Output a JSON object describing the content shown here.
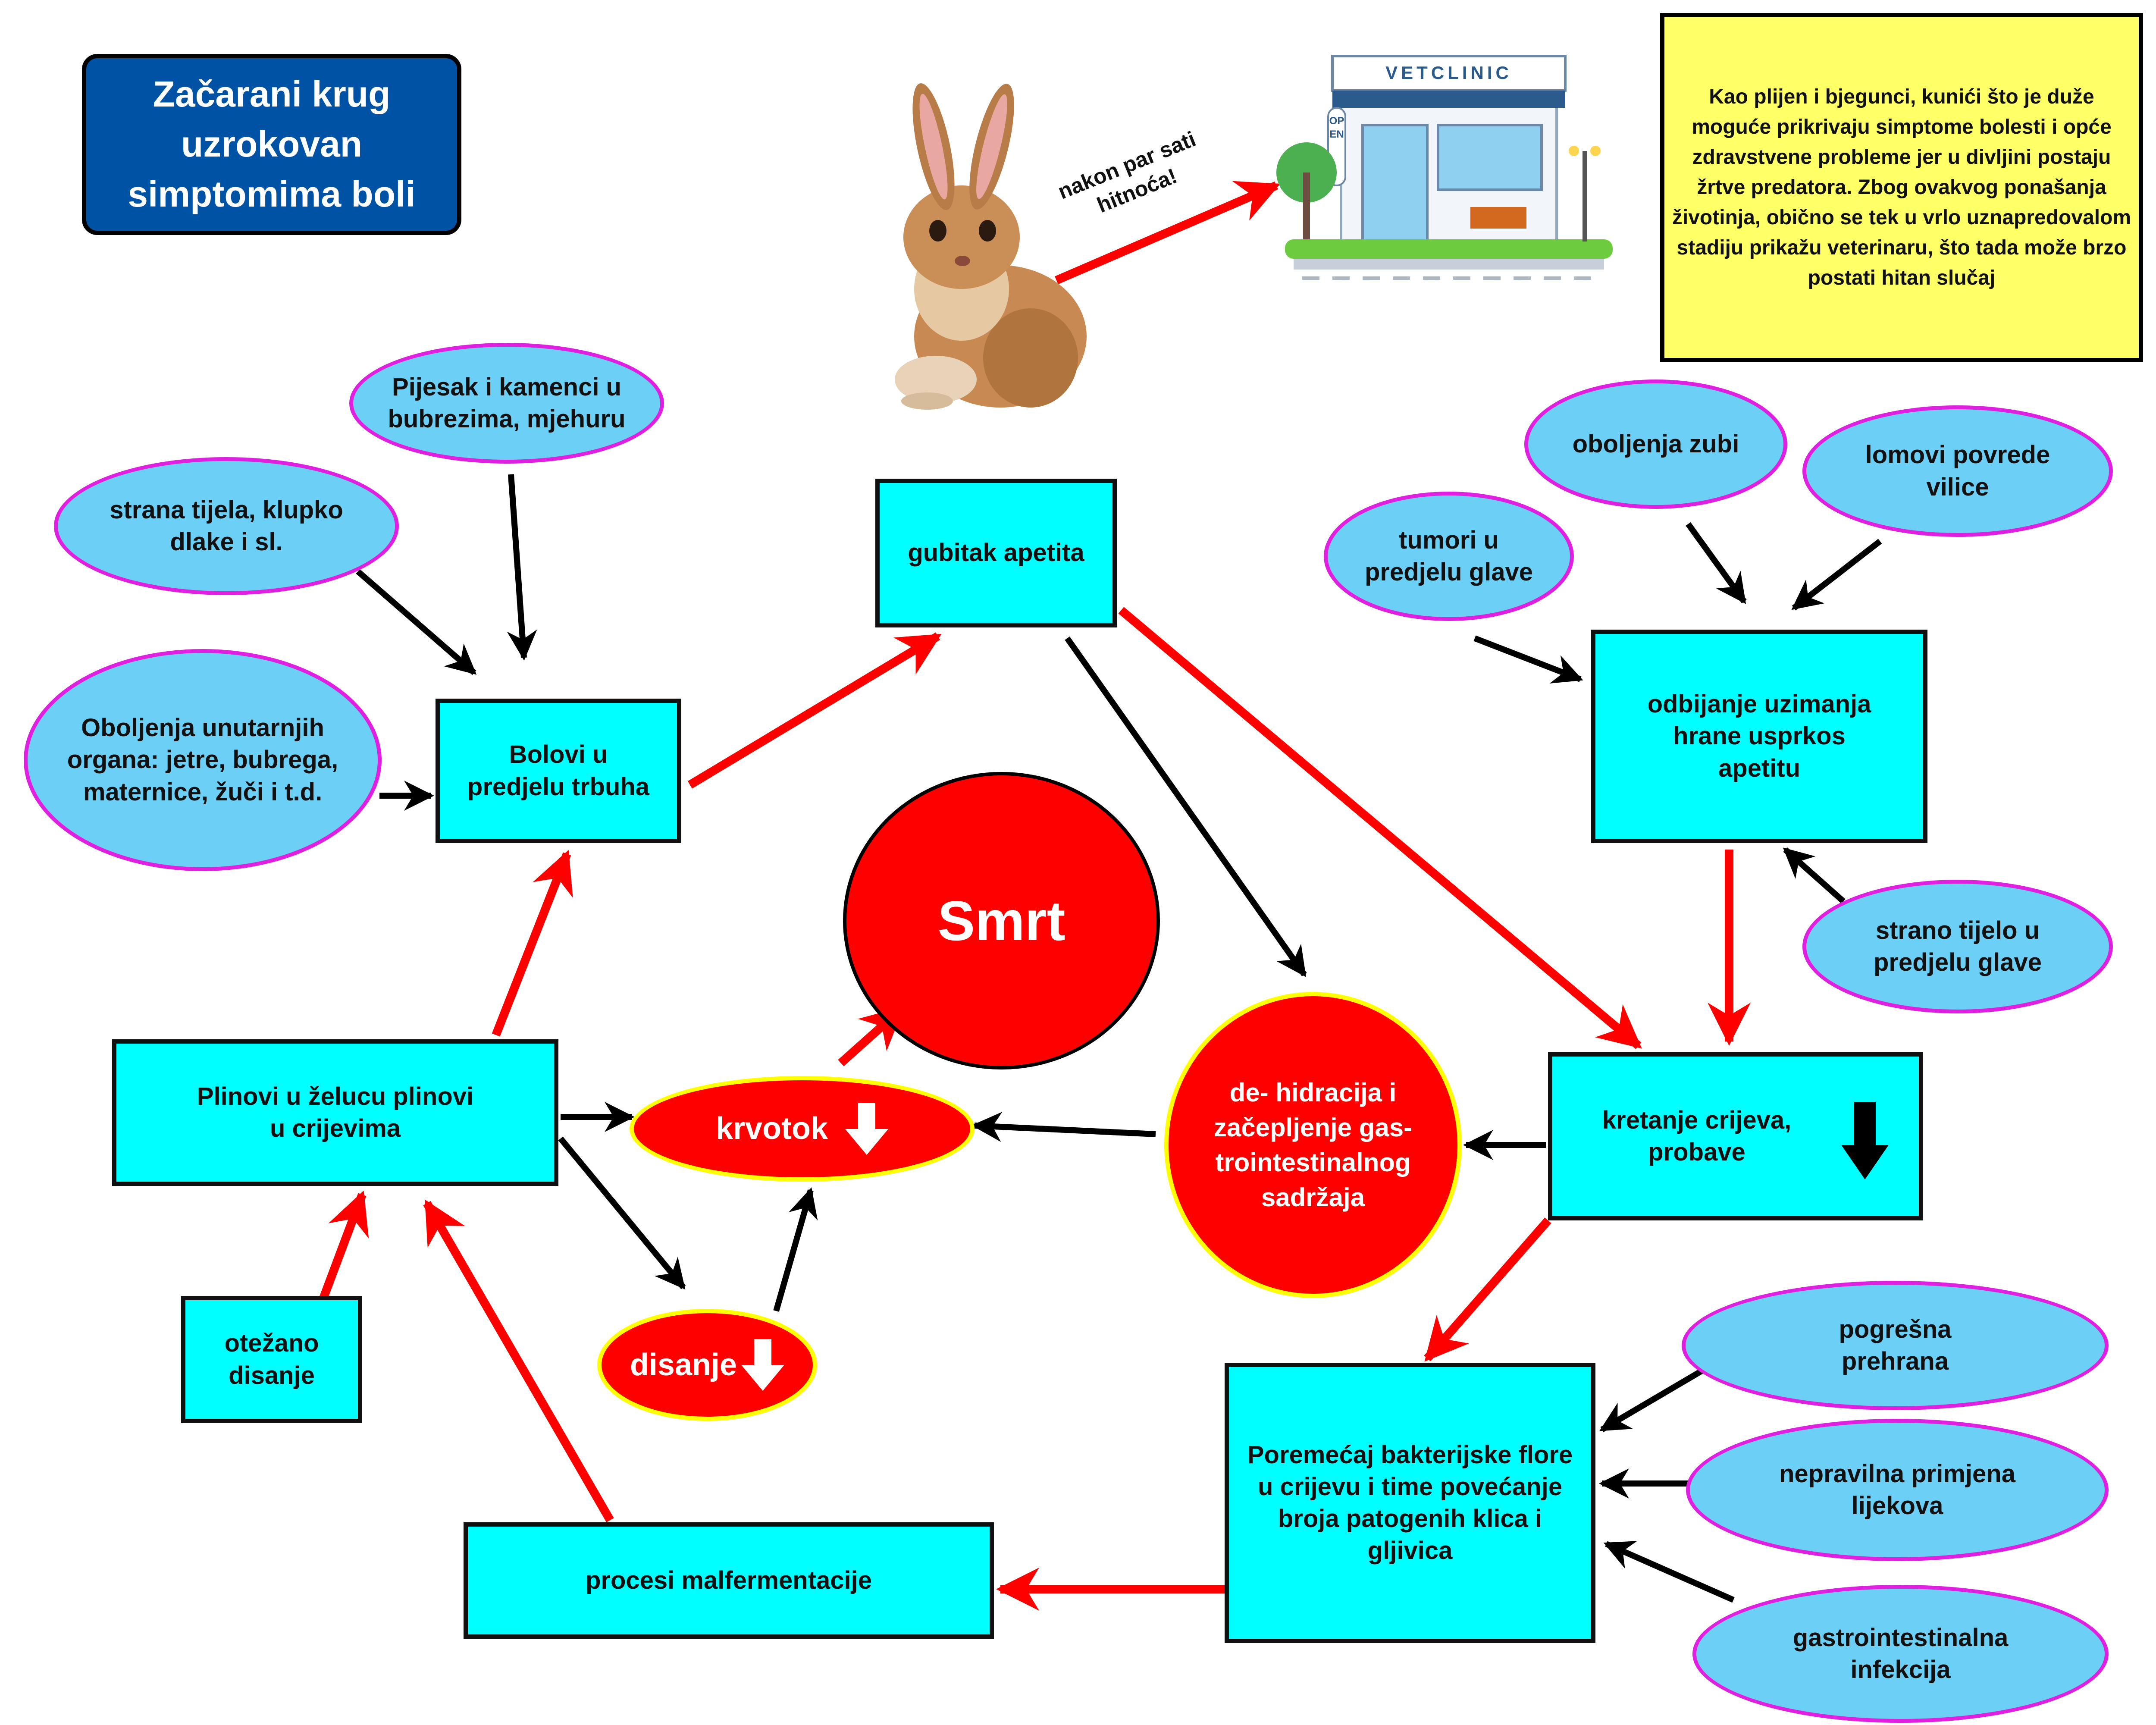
{
  "title": "Začarani krug uzrokovan simptomima boli",
  "info": "Kao plijen i bjegunci, kunići što je duže moguće prikrivaju simptome bolesti i opće zdravstvene probleme jer u divljini postaju žrtve predatora. Zbog ovakvog ponašanja životinja, obično se tek u vrlo uznapredovalom stadiju prikažu veterinaru, što tada može brzo postati hitan slučaj",
  "emergency_label": "nakon par sati hitnoća!",
  "clinic": {
    "sign": "VETCLINIC",
    "open_sign": "OPEN"
  },
  "center": "Smrt",
  "boxes": {
    "abdomen_pain": "Bolovi u predjelu trbuha",
    "appetite_loss": "gubitak apetita",
    "food_refusal": "odbijanje uzimanja hrane usprkos apetitu",
    "gut_motility": "kretanje crijeva, probave",
    "flora_disorder": "Poremećaj bakterijske flore u crijevu i time povećanje broja patogenih klica i gljivica",
    "malfermentation": "procesi malfermentacije",
    "gas": "Plinovi u želucu plinovi u crijevima",
    "breathing_difficulty": "otežano disanje"
  },
  "causes": {
    "foreign_bodies": "strana tijela, klupko dlake i sl.",
    "kidney_stones": "Pijesak i kamenci u bubrezima, mjehuru",
    "internal_organs": "Oboljenja unutarnjih organa: jetre, bubrega, maternice, žuči i t.d.",
    "dental": "oboljenja zubi",
    "jaw_fracture": "lomovi povrede vilice",
    "head_tumors": "tumori u predjelu glave",
    "head_foreign_body": "strano tijelo u predjelu glave",
    "wrong_diet": "pogrešna prehrana",
    "improper_meds": "nepravilna primjena lijekova",
    "gi_infection": "gastrointestinalna infekcija"
  },
  "red_nodes": {
    "dehydration": "de- hidracija i začepljenje gas- trointestinalnog sadržaja",
    "blood_flow": "krvotok",
    "breathing": "disanje"
  },
  "colors": {
    "box": "#00FFFF",
    "ellipse": "#6CCFF6",
    "ellipse_border": "#E020E0",
    "red": "#FF0000",
    "title_bg": "#0052A5",
    "info_bg": "#FFFF66"
  }
}
